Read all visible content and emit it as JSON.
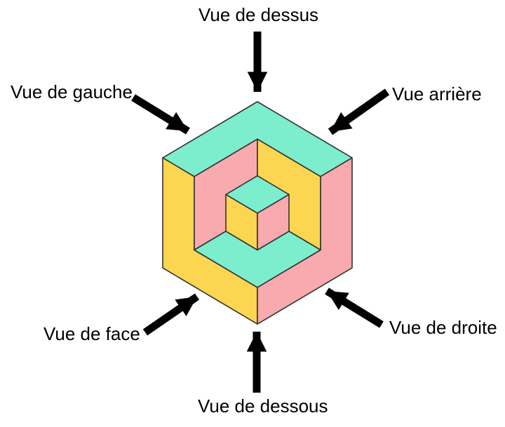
{
  "figure": {
    "name": "isometric-nested-cubes",
    "colors": {
      "top_faces": "#7CEDCD",
      "left_faces": "#FCD551",
      "right_faces": "#F9AAAE",
      "outline": "#333333",
      "arrow": "#000000"
    }
  },
  "labels": {
    "top": "Vue de dessus",
    "upper_left": "Vue de gauche",
    "upper_right": "Vue arrière",
    "lower_left": "Vue de face",
    "lower_right": "Vue de droite",
    "bottom": "Vue de dessous"
  }
}
